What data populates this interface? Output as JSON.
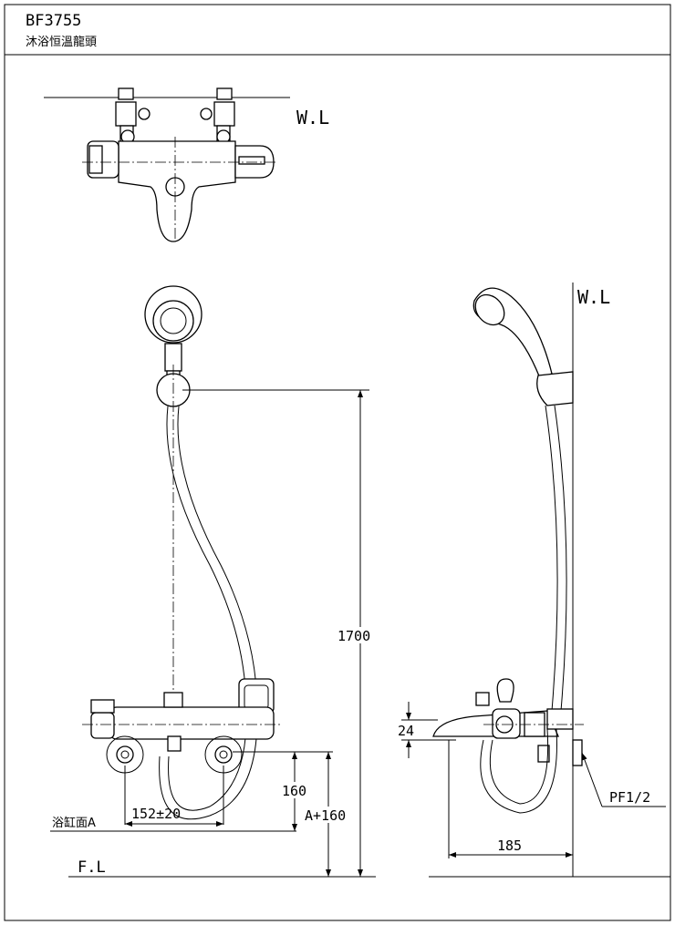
{
  "header": {
    "model": "BF3755",
    "name": "沐浴恒溫龍頭"
  },
  "top_view": {
    "wall_label": "W.L"
  },
  "front_view": {
    "height_dim": "1700",
    "outlet_dim": "160",
    "outlet_from_floor_dim": "A+160",
    "spacing_dim": "152±20",
    "bath_label": "浴缸面A",
    "floor_label": "F.L"
  },
  "side_view": {
    "wall_label": "W.L",
    "spout_dim": "24",
    "depth_dim": "185",
    "thread_label": "PF1/2"
  }
}
